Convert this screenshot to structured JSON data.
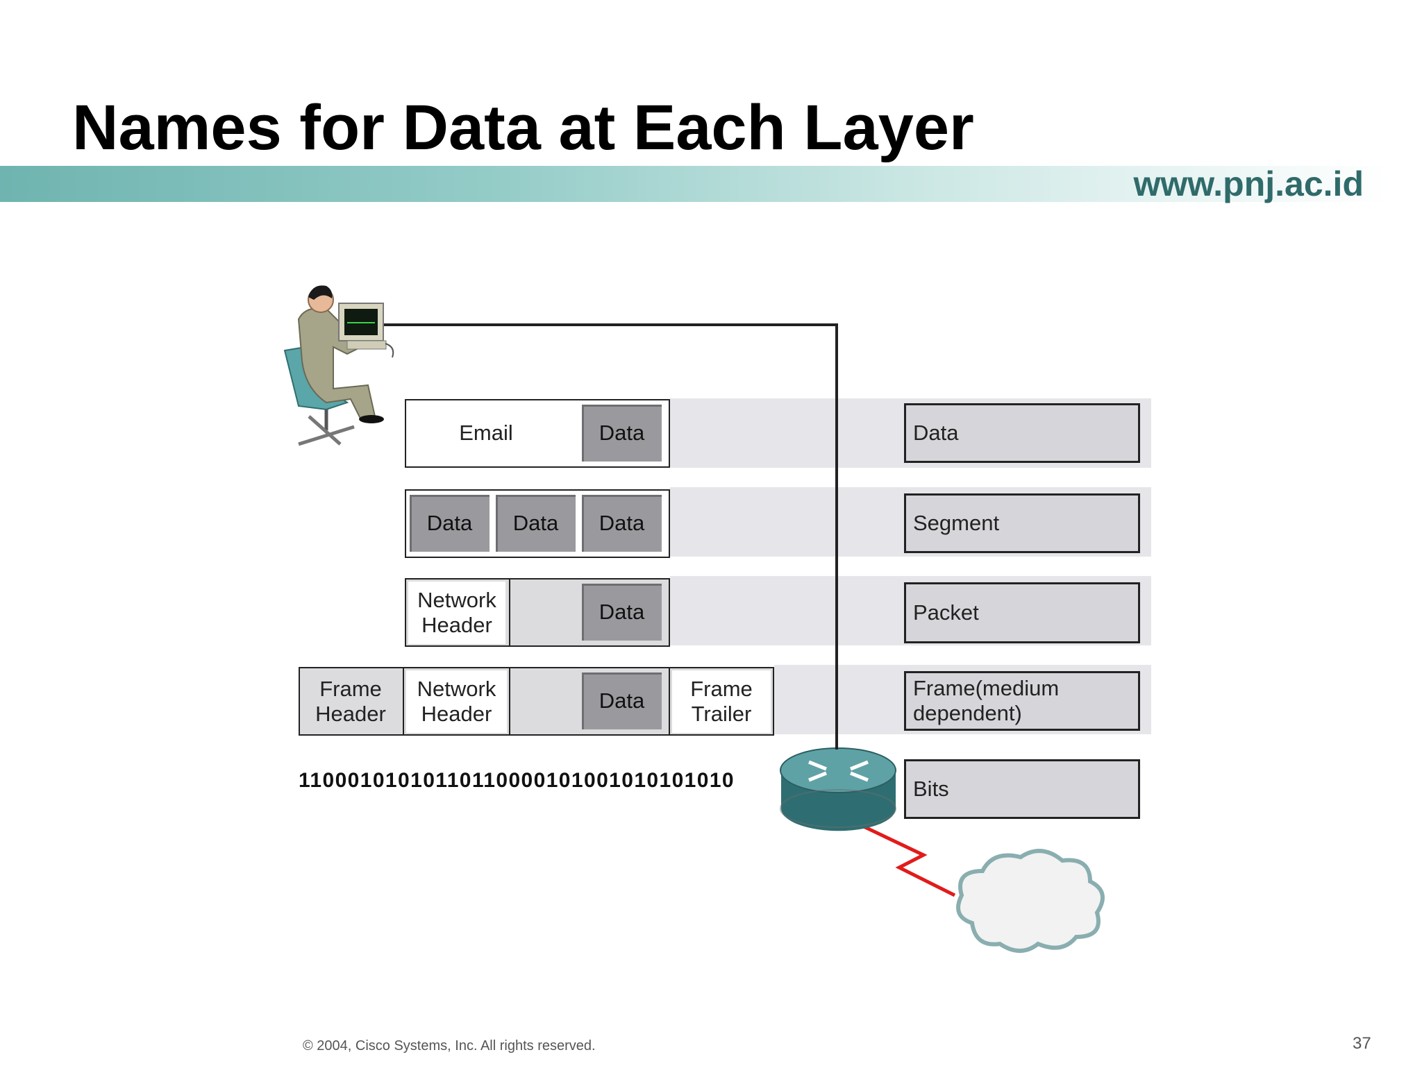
{
  "slide": {
    "title": "Names for Data at Each Layer",
    "url": "www.pnj.ac.id",
    "footer": "© 2004, Cisco Systems, Inc. All rights reserved.",
    "page_number": "37"
  },
  "diagram": {
    "layer1": {
      "email": "Email",
      "data": "Data"
    },
    "layer2": {
      "data_a": "Data",
      "data_b": "Data",
      "data_c": "Data"
    },
    "layer3": {
      "network_header": "Network Header",
      "data": "Data"
    },
    "layer4": {
      "frame_header": "Frame Header",
      "network_header": "Network Header",
      "data": "Data",
      "frame_trailer": "Frame Trailer"
    },
    "bits": "11000101010110110000101001010101010"
  },
  "names": [
    "Data",
    "Segment",
    "Packet",
    "Frame(medium dependent)",
    "Bits"
  ],
  "colors": {
    "accent": "#2f6b6a",
    "band": "#e6e6ea",
    "cell_gray": "#9a9a9e",
    "name_box": "#d6d5d9"
  }
}
